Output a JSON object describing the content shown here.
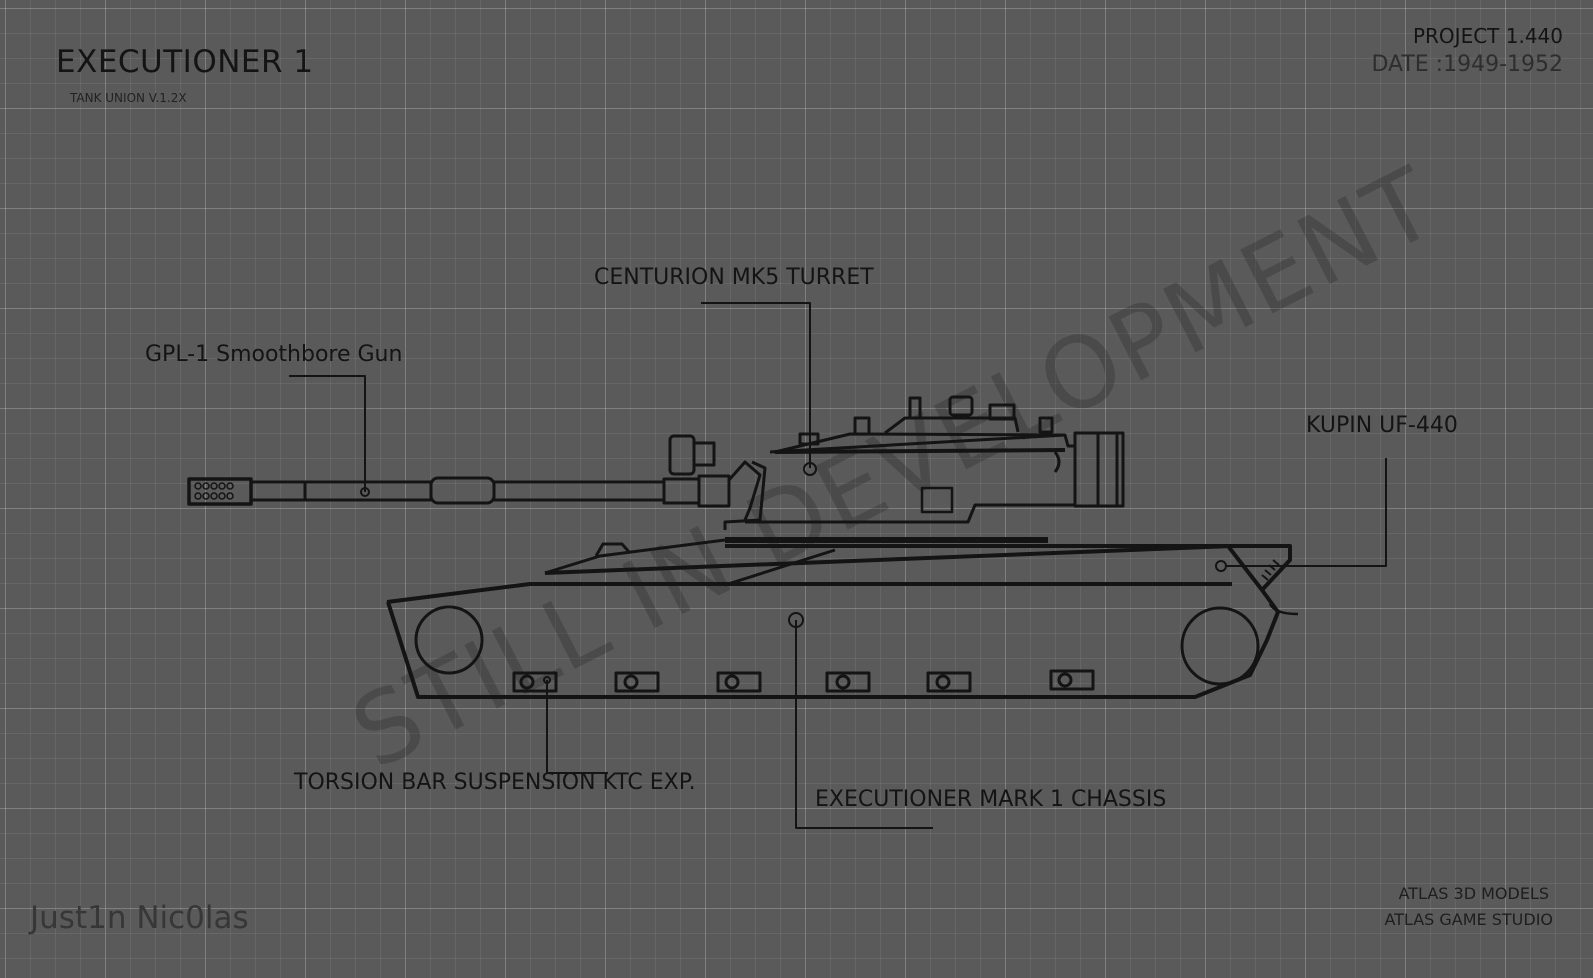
{
  "header": {
    "title": "EXECUTIONER 1",
    "subtitle": "TANK UNION V.1.2X",
    "project": "PROJECT 1.440",
    "date": "DATE :1949-1952"
  },
  "labels": {
    "gun": "GPL-1 Smoothbore Gun",
    "turret": "CENTURION MK5 TURRET",
    "engine": "KUPIN UF-440",
    "suspension": "TORSION BAR SUSPENSION KTC EXP.",
    "chassis": "EXECUTIONER MARK 1 CHASSIS"
  },
  "watermark": "STILL IN DEVELOPMENT",
  "footer": {
    "author": "Just1n Nic0las",
    "studio_line1": "ATLAS  3D MODELS",
    "studio_line2": "ATLAS GAME STUDIO"
  },
  "colors": {
    "background": "#5a5a5a",
    "ink": "#141414"
  }
}
